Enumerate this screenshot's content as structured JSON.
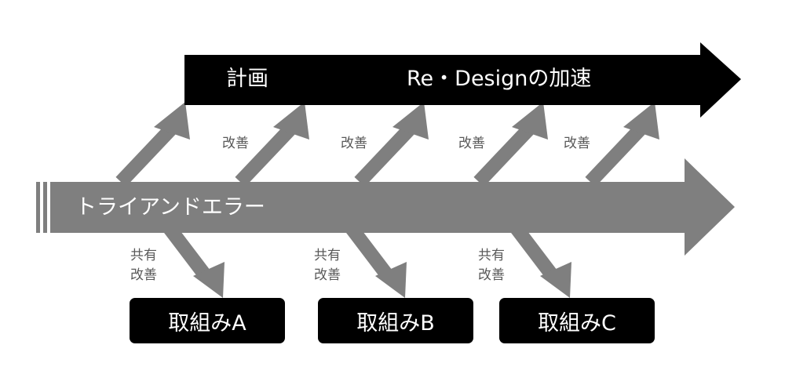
{
  "plan_arrow": {
    "left_label": "計画",
    "right_label": "Re・Designの加速"
  },
  "main_arrow": {
    "label": "トライアンドエラー"
  },
  "improvement_labels": [
    "改善",
    "改善",
    "改善",
    "改善"
  ],
  "shared_labels": [
    {
      "line1": "共有",
      "line2": "改善"
    },
    {
      "line1": "共有",
      "line2": "改善"
    },
    {
      "line1": "共有",
      "line2": "改善"
    }
  ],
  "initiatives": [
    "取組みA",
    "取組みB",
    "取組みC"
  ],
  "colors": {
    "plan_arrow": "#000000",
    "main_arrow": "#7f7f7f",
    "connector": "#7f7f7f",
    "box": "#000000",
    "small_text": "#595959"
  }
}
